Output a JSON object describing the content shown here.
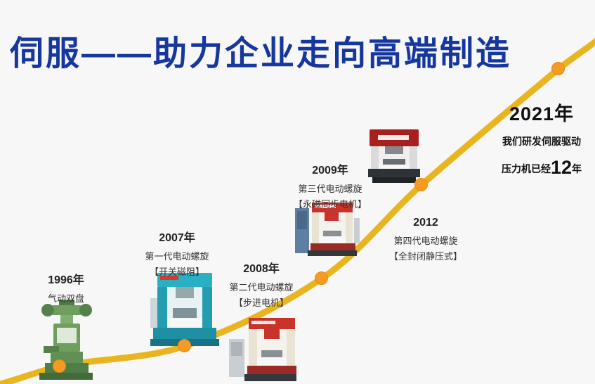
{
  "page": {
    "title": "伺服——助力企业走向高端制造"
  },
  "colors": {
    "title_blue": "#15379e",
    "curve_gold": "#e9b51f",
    "dot_orange": "#f59a23",
    "background": "#f7f7f7"
  },
  "milestones": [
    {
      "id": "1996",
      "year": "1996年",
      "line1": "气动双盘",
      "line2": "",
      "machine": "green-pneumatic-double-disc-press"
    },
    {
      "id": "2007",
      "year": "2007年",
      "line1": "第一代电动螺旋",
      "line2": "【开关磁阻】",
      "machine": "teal-first-gen-electric-screw-press"
    },
    {
      "id": "2008",
      "year": "2008年",
      "line1": "第二代电动螺旋",
      "line2": "【步进电机】",
      "machine": "red-second-gen-electric-screw-press"
    },
    {
      "id": "2009",
      "year": "2009年",
      "line1": "第三代电动螺旋",
      "line2": "【永磁同步电机】",
      "machine": "red-third-gen-electric-screw-press"
    },
    {
      "id": "2012",
      "year": "2012",
      "line1": "第四代电动螺旋",
      "line2": "【全封闭静压式】",
      "machine": "red-fourth-gen-electric-screw-press"
    },
    {
      "id": "2021",
      "year": "2021年",
      "line1": "我们研发伺服驱动",
      "line2_prefix": "压力机已经",
      "line2_number": "12",
      "line2_suffix": "年"
    }
  ]
}
